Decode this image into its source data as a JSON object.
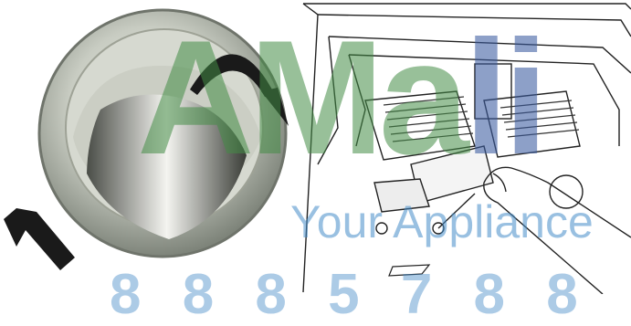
{
  "images": {
    "left": {
      "icon": "oven-knob-rotate-illustration"
    },
    "right": {
      "icon": "oven-broil-element-removal-diagram"
    }
  },
  "watermark": {
    "logo": "AMa",
    "logo_tail": "li",
    "tagline": "Your Appliance",
    "phone": "8 8 8 5 7 8 8"
  },
  "colors": {
    "watermark_green": "#438c46",
    "watermark_blue": "#468cc8",
    "arrow": "#1a1a1a"
  }
}
